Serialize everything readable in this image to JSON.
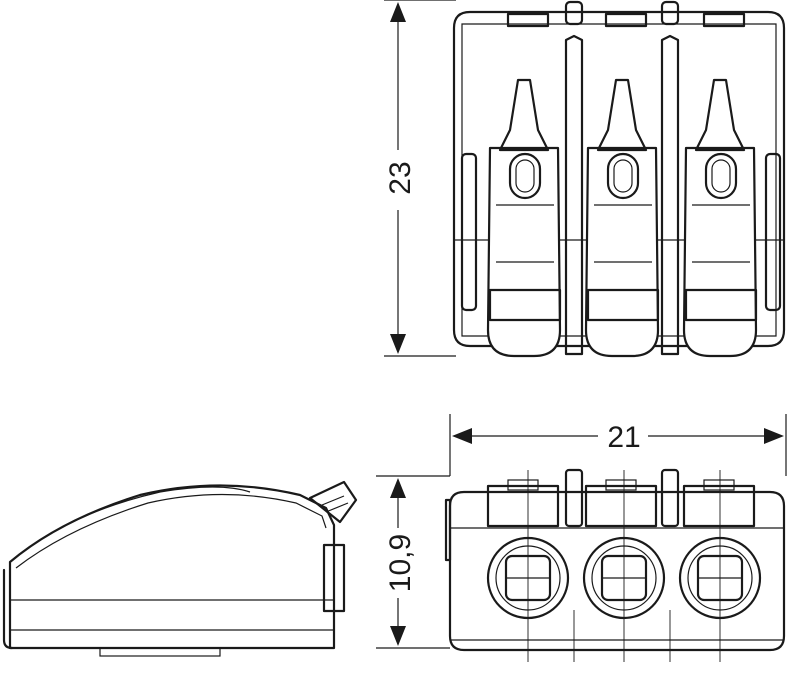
{
  "dimensions": {
    "height_top_view": "23",
    "width_front_view": "21",
    "height_front_view": "10,9"
  }
}
